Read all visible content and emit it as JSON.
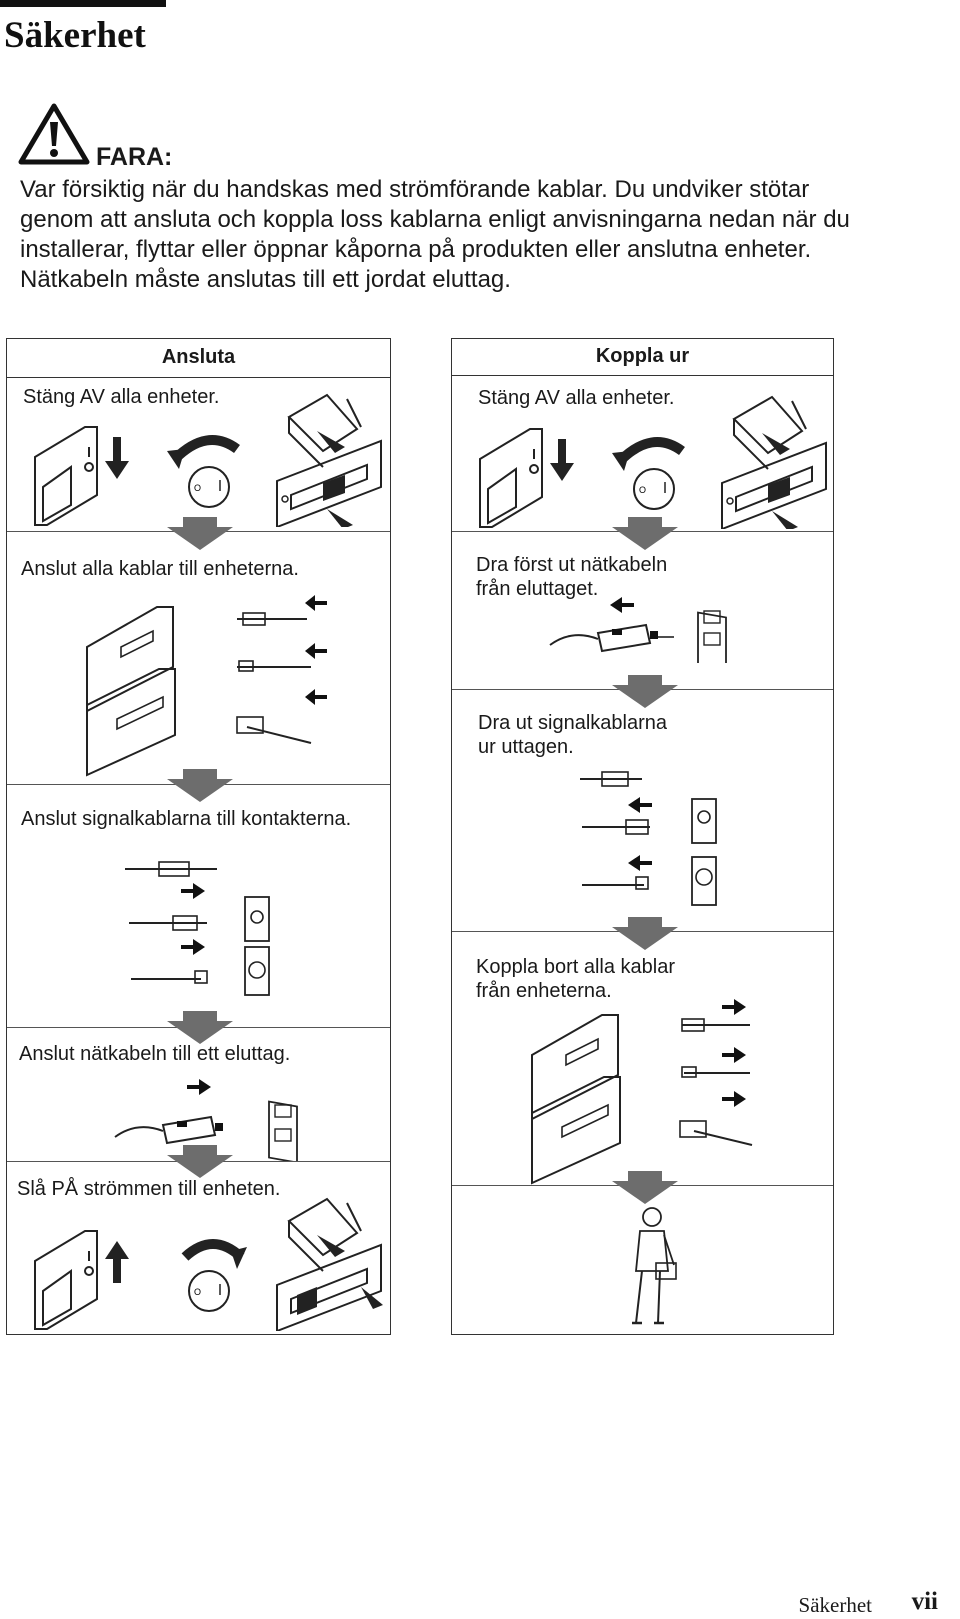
{
  "page": {
    "title": "Säkerhet",
    "danger_label": "FARA:",
    "danger_text": "Var försiktig när du handskas med strömförande kablar. Du undviker stötar genom att ansluta och koppla loss kablarna enligt anvisningarna nedan när du installerar, flyttar eller öppnar kåporna på produkten eller anslutna enheter. Nätkabeln måste anslutas till ett jordat eluttag."
  },
  "connect": {
    "title": "Ansluta",
    "steps": [
      "Stäng AV alla enheter.",
      "Anslut alla kablar till enheterna.",
      "Anslut signalkablarna till kontakterna.",
      "Anslut nätkabeln till ett eluttag.",
      "Slå PÅ strömmen till enheten."
    ]
  },
  "disconnect": {
    "title": "Koppla ur",
    "steps": [
      "Stäng AV alla enheter.",
      "Dra först ut nätkabeln\nfrån eluttaget.",
      "Dra ut signalkablarna\nur uttagen.",
      "Koppla bort alla kablar\nfrån enheterna."
    ]
  },
  "footer": {
    "section": "Säkerhet",
    "page_number": "vii"
  }
}
